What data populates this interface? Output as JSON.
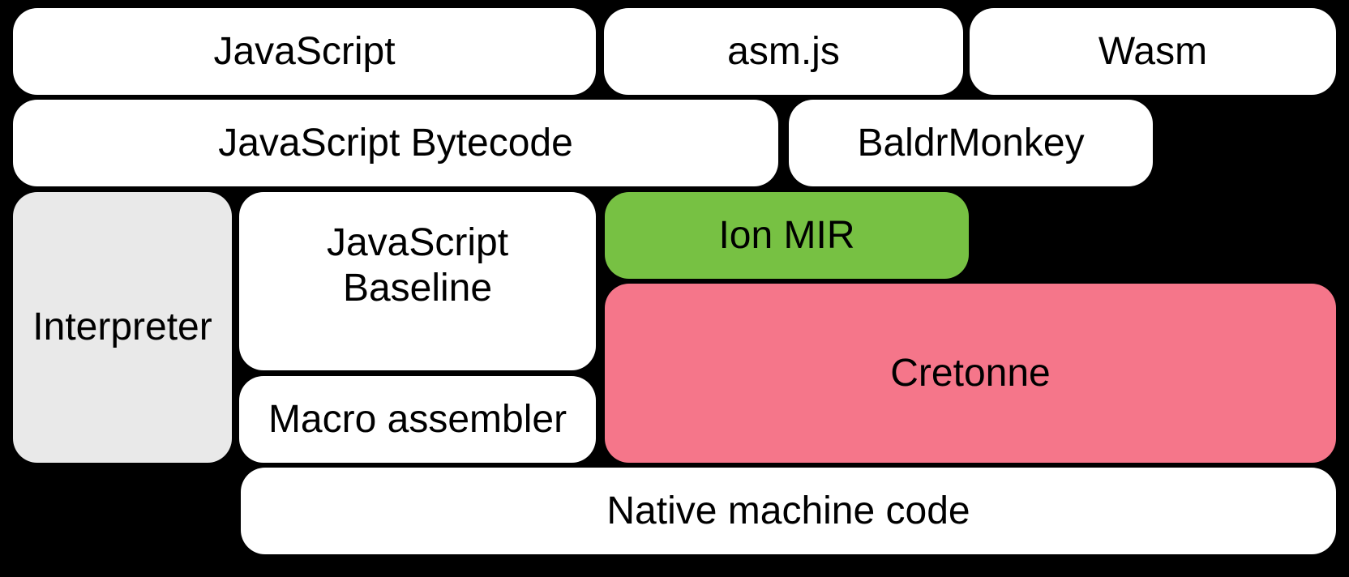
{
  "canvas": {
    "background": "#000000",
    "text_color": "#000000"
  },
  "colors": {
    "white_box": "#FFFFFF",
    "gray_box": "#E9E9E9",
    "green_box": "#77C143",
    "pink_box": "#F5768A"
  },
  "boxes": {
    "javascript": {
      "label": "JavaScript",
      "fill": "#FFFFFF"
    },
    "asmjs": {
      "label": "asm.js",
      "fill": "#FFFFFF"
    },
    "wasm": {
      "label": "Wasm",
      "fill": "#FFFFFF"
    },
    "bytecode": {
      "label": "JavaScript Bytecode",
      "fill": "#FFFFFF"
    },
    "baldrmonkey": {
      "label": "BaldrMonkey",
      "fill": "#FFFFFF"
    },
    "interpreter": {
      "label": "Interpreter",
      "fill": "#E9E9E9"
    },
    "baseline": {
      "label": "JavaScript\nBaseline",
      "fill": "#FFFFFF"
    },
    "ionmir": {
      "label": "Ion MIR",
      "fill": "#77C143"
    },
    "cretonne": {
      "label": "Cretonne",
      "fill": "#F5768A"
    },
    "macro": {
      "label": "Macro assembler",
      "fill": "#FFFFFF"
    },
    "native": {
      "label": "Native machine code",
      "fill": "#FFFFFF"
    }
  }
}
